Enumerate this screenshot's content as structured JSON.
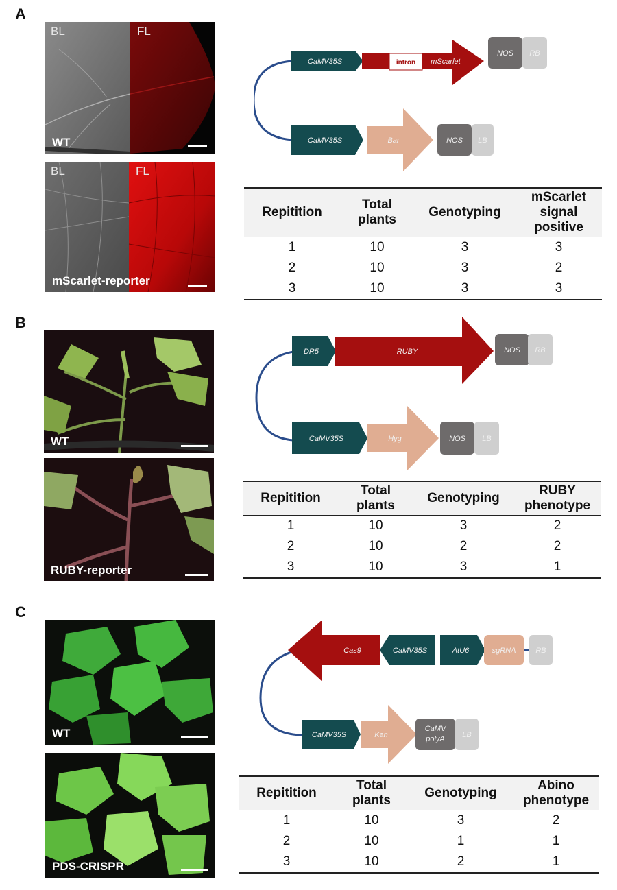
{
  "panelA": {
    "letter": "A",
    "photo1": {
      "left_label": "BL",
      "right_label": "FL",
      "caption": "WT"
    },
    "photo2": {
      "left_label": "BL",
      "right_label": "FL",
      "caption": "mScarlet-reporter"
    },
    "construct": {
      "top": [
        "CaMV35S",
        "intron",
        "mScarlet",
        "NOS",
        "RB"
      ],
      "bottom": [
        "CaMV35S",
        "Bar",
        "NOS",
        "LB"
      ]
    },
    "table": {
      "headers": [
        [
          "Repitition"
        ],
        [
          "Total",
          "plants"
        ],
        [
          "Genotyping"
        ],
        [
          "mScarlet",
          "signal positive"
        ]
      ],
      "rows": [
        [
          "1",
          "10",
          "3",
          "3"
        ],
        [
          "2",
          "10",
          "3",
          "2"
        ],
        [
          "3",
          "10",
          "3",
          "3"
        ]
      ]
    }
  },
  "panelB": {
    "letter": "B",
    "photo1": {
      "caption": "WT"
    },
    "photo2": {
      "caption": "RUBY-reporter"
    },
    "construct": {
      "top": [
        "DR5",
        "RUBY",
        "NOS",
        "RB"
      ],
      "bottom": [
        "CaMV35S",
        "Hyg",
        "NOS",
        "LB"
      ]
    },
    "table": {
      "headers": [
        [
          "Repitition"
        ],
        [
          "Total",
          "plants"
        ],
        [
          "Genotyping"
        ],
        [
          "RUBY",
          "phenotype"
        ]
      ],
      "rows": [
        [
          "1",
          "10",
          "3",
          "2"
        ],
        [
          "2",
          "10",
          "2",
          "2"
        ],
        [
          "3",
          "10",
          "3",
          "1"
        ]
      ]
    }
  },
  "panelC": {
    "letter": "C",
    "photo1": {
      "caption": "WT"
    },
    "photo2": {
      "caption": "PDS-CRISPR"
    },
    "construct": {
      "top": [
        "Cas9",
        "CaMV35S",
        "AtU6",
        "sgRNA",
        "RB"
      ],
      "bottom": [
        "CaMV35S",
        "Kan",
        "CaMV",
        "polyA",
        "LB"
      ]
    },
    "table": {
      "headers": [
        [
          "Repitition"
        ],
        [
          "Total",
          "plants"
        ],
        [
          "Genotyping"
        ],
        [
          "Abino",
          "phenotype"
        ]
      ],
      "rows": [
        [
          "1",
          "10",
          "3",
          "2"
        ],
        [
          "2",
          "10",
          "1",
          "1"
        ],
        [
          "3",
          "10",
          "2",
          "1"
        ]
      ]
    }
  }
}
